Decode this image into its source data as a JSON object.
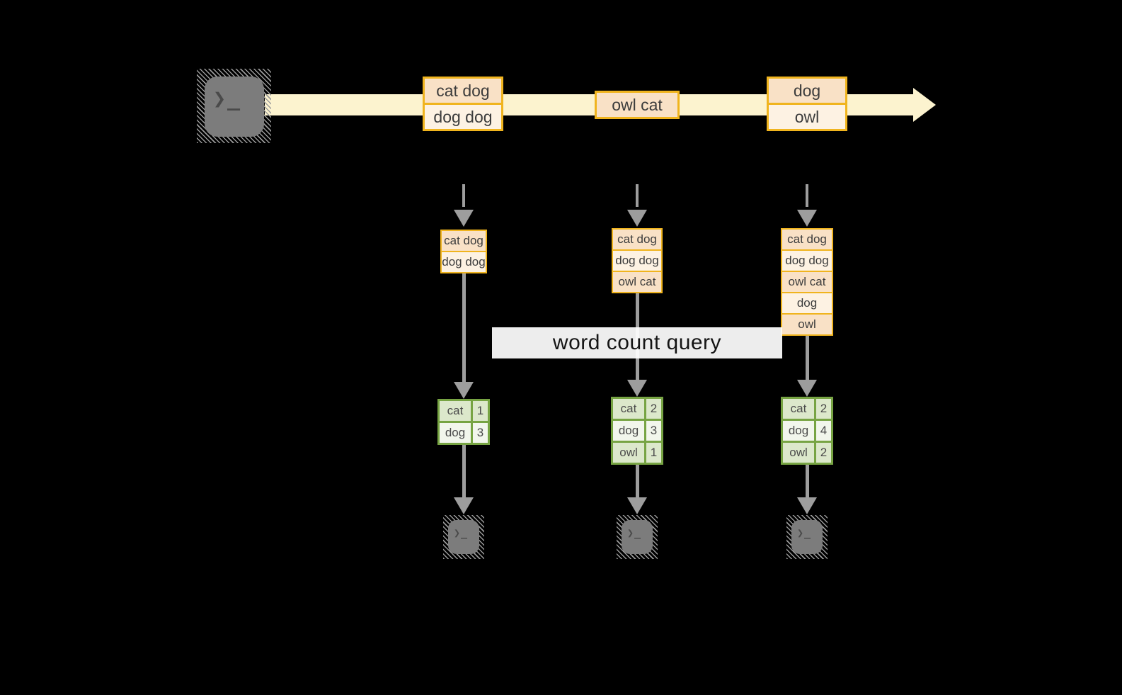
{
  "colors": {
    "background": "#000000",
    "stream_fill": "#fcf3cf",
    "box_border": "#f0b41e",
    "box_fill_peach": "#f9e1c6",
    "box_fill_cream": "#fdf2e3",
    "arrow_gray": "#9d9d9d",
    "terminal_gray": "#7c7c7c",
    "table_border_green": "#77a443",
    "table_fill_green": "#dce8cb",
    "table_fill_white": "#f2f6ec"
  },
  "icons": {
    "terminal_glyph": "❯_"
  },
  "query": {
    "label": "word count query"
  },
  "stream": {
    "events": [
      {
        "lines": [
          "cat dog",
          "dog dog"
        ]
      },
      {
        "lines": [
          "owl cat"
        ]
      },
      {
        "lines": [
          "dog",
          "owl"
        ]
      }
    ]
  },
  "columns": [
    {
      "buffer": [
        "cat dog",
        "dog dog"
      ],
      "counts": [
        {
          "word": "cat",
          "value": "1"
        },
        {
          "word": "dog",
          "value": "3"
        }
      ]
    },
    {
      "buffer": [
        "cat dog",
        "dog dog",
        "owl cat"
      ],
      "counts": [
        {
          "word": "cat",
          "value": "2"
        },
        {
          "word": "dog",
          "value": "3"
        },
        {
          "word": "owl",
          "value": "1"
        }
      ]
    },
    {
      "buffer": [
        "cat dog",
        "dog dog",
        "owl cat",
        "dog",
        "owl"
      ],
      "counts": [
        {
          "word": "cat",
          "value": "2"
        },
        {
          "word": "dog",
          "value": "4"
        },
        {
          "word": "owl",
          "value": "2"
        }
      ]
    }
  ]
}
